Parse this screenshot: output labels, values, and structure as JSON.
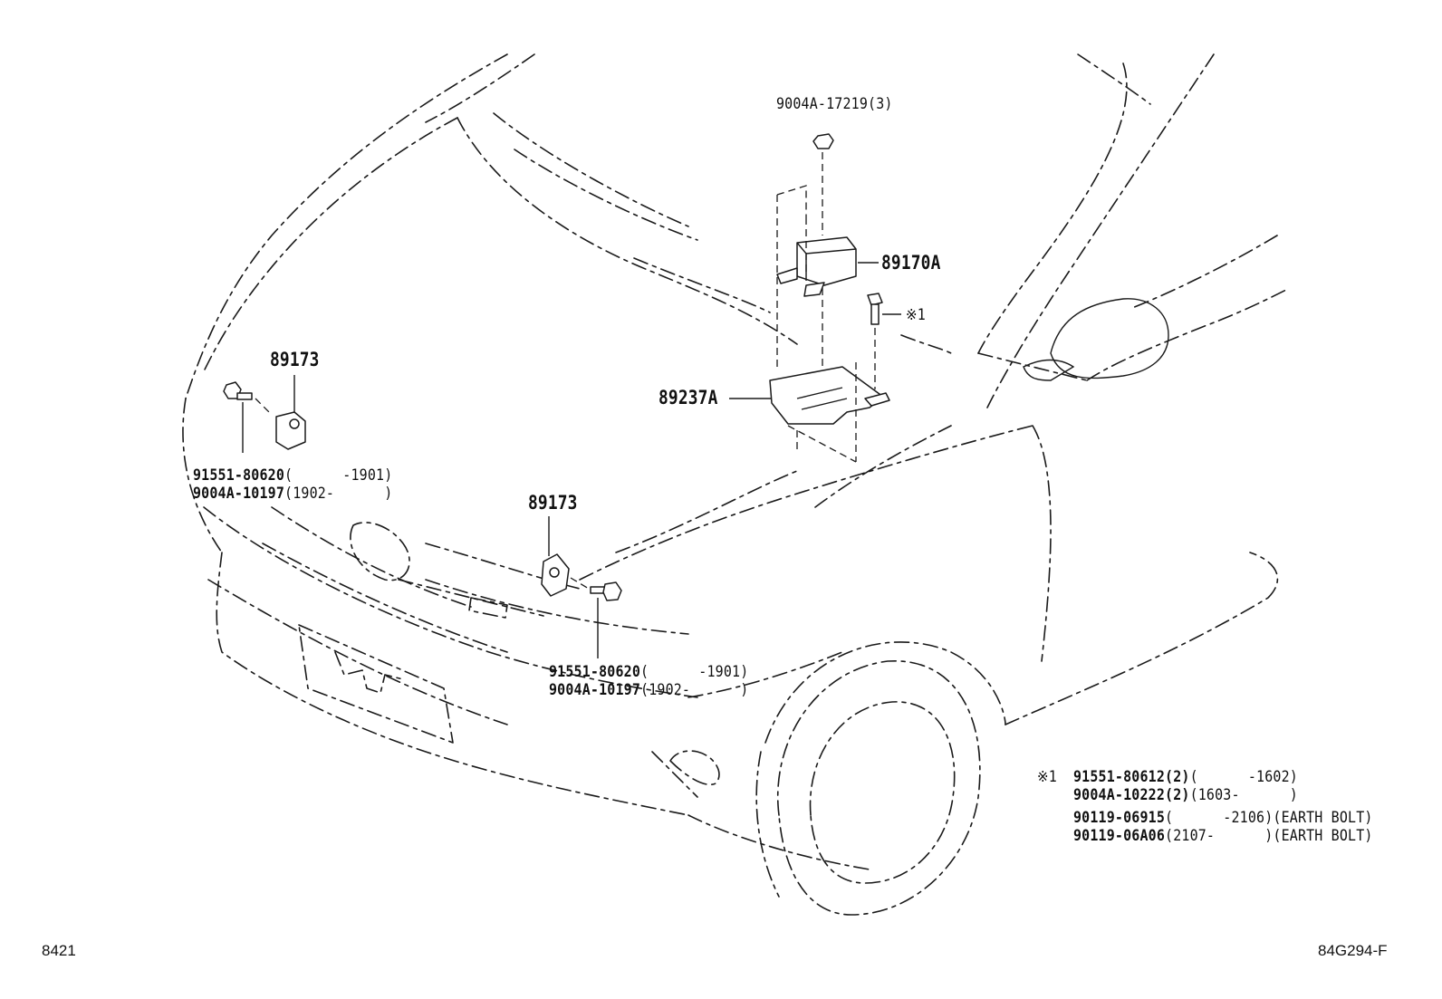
{
  "parts": {
    "nut_top": "9004A-17219(3)",
    "sensor_main": "89170A",
    "bolt_ref_mark": "※1",
    "bracket": "89237A",
    "sensor_left": "89173",
    "sensor_left_bolt_a_num": "91551-80620",
    "sensor_left_bolt_a_range": "(      -1901)",
    "sensor_left_bolt_b_num": "9004A-10197",
    "sensor_left_bolt_b_range": "(1902-      )",
    "sensor_center": "89173",
    "sensor_center_bolt_a_num": "91551-80620",
    "sensor_center_bolt_a_range": "(      -1901)",
    "sensor_center_bolt_b_num": "9004A-10197",
    "sensor_center_bolt_b_range": "(1902-      )"
  },
  "note": {
    "mark": "※1",
    "rows": [
      {
        "num": "91551-80612(2)",
        "range": "(      -1602)"
      },
      {
        "num": "9004A-10222(2)",
        "range": "(1603-      )"
      },
      {
        "num": "90119-06915",
        "range": "(      -2106)(EARTH BOLT)"
      },
      {
        "num": "90119-06A06",
        "range": "(2107-      )(EARTH BOLT)"
      }
    ]
  },
  "footer": {
    "left_code": "8421",
    "right_code": "84G294-F"
  }
}
